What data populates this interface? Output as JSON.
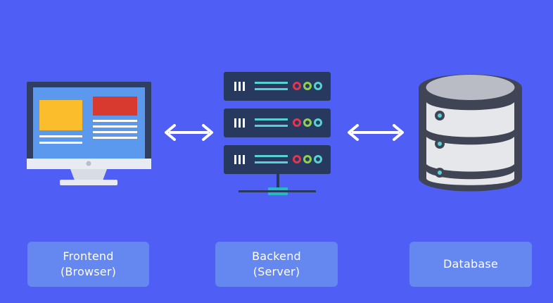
{
  "theme": {
    "background": "#4f5ff5",
    "card_background": "#6487f0",
    "text_color": "#ffffff",
    "server_panel": "#27395f",
    "screen_bezel": "#2f3e63",
    "screen_color": "#5b99ef",
    "monitor_body": "#e8ebf2",
    "yellow_block": "#fbbd2c",
    "red_block": "#d83a2f",
    "db_dark": "#3f4554",
    "db_light": "#e6e7ea",
    "db_mid": "#b9bcc4",
    "light_cyan": "#56d1d4",
    "light_red": "#e0364f",
    "light_green": "#8fd14f",
    "connector_cyan": "#24b9c7"
  },
  "icons": {
    "frontend": "monitor-icon",
    "backend": "server-rack-icon",
    "database": "database-cylinder-icon",
    "left_connector": "double-arrow-icon",
    "right_connector": "double-arrow-icon"
  },
  "labels": {
    "frontend": {
      "line1": "Frontend",
      "line2": "(Browser)"
    },
    "backend": {
      "line1": "Backend",
      "line2": "(Server)"
    },
    "database": {
      "line1": "Database"
    }
  }
}
